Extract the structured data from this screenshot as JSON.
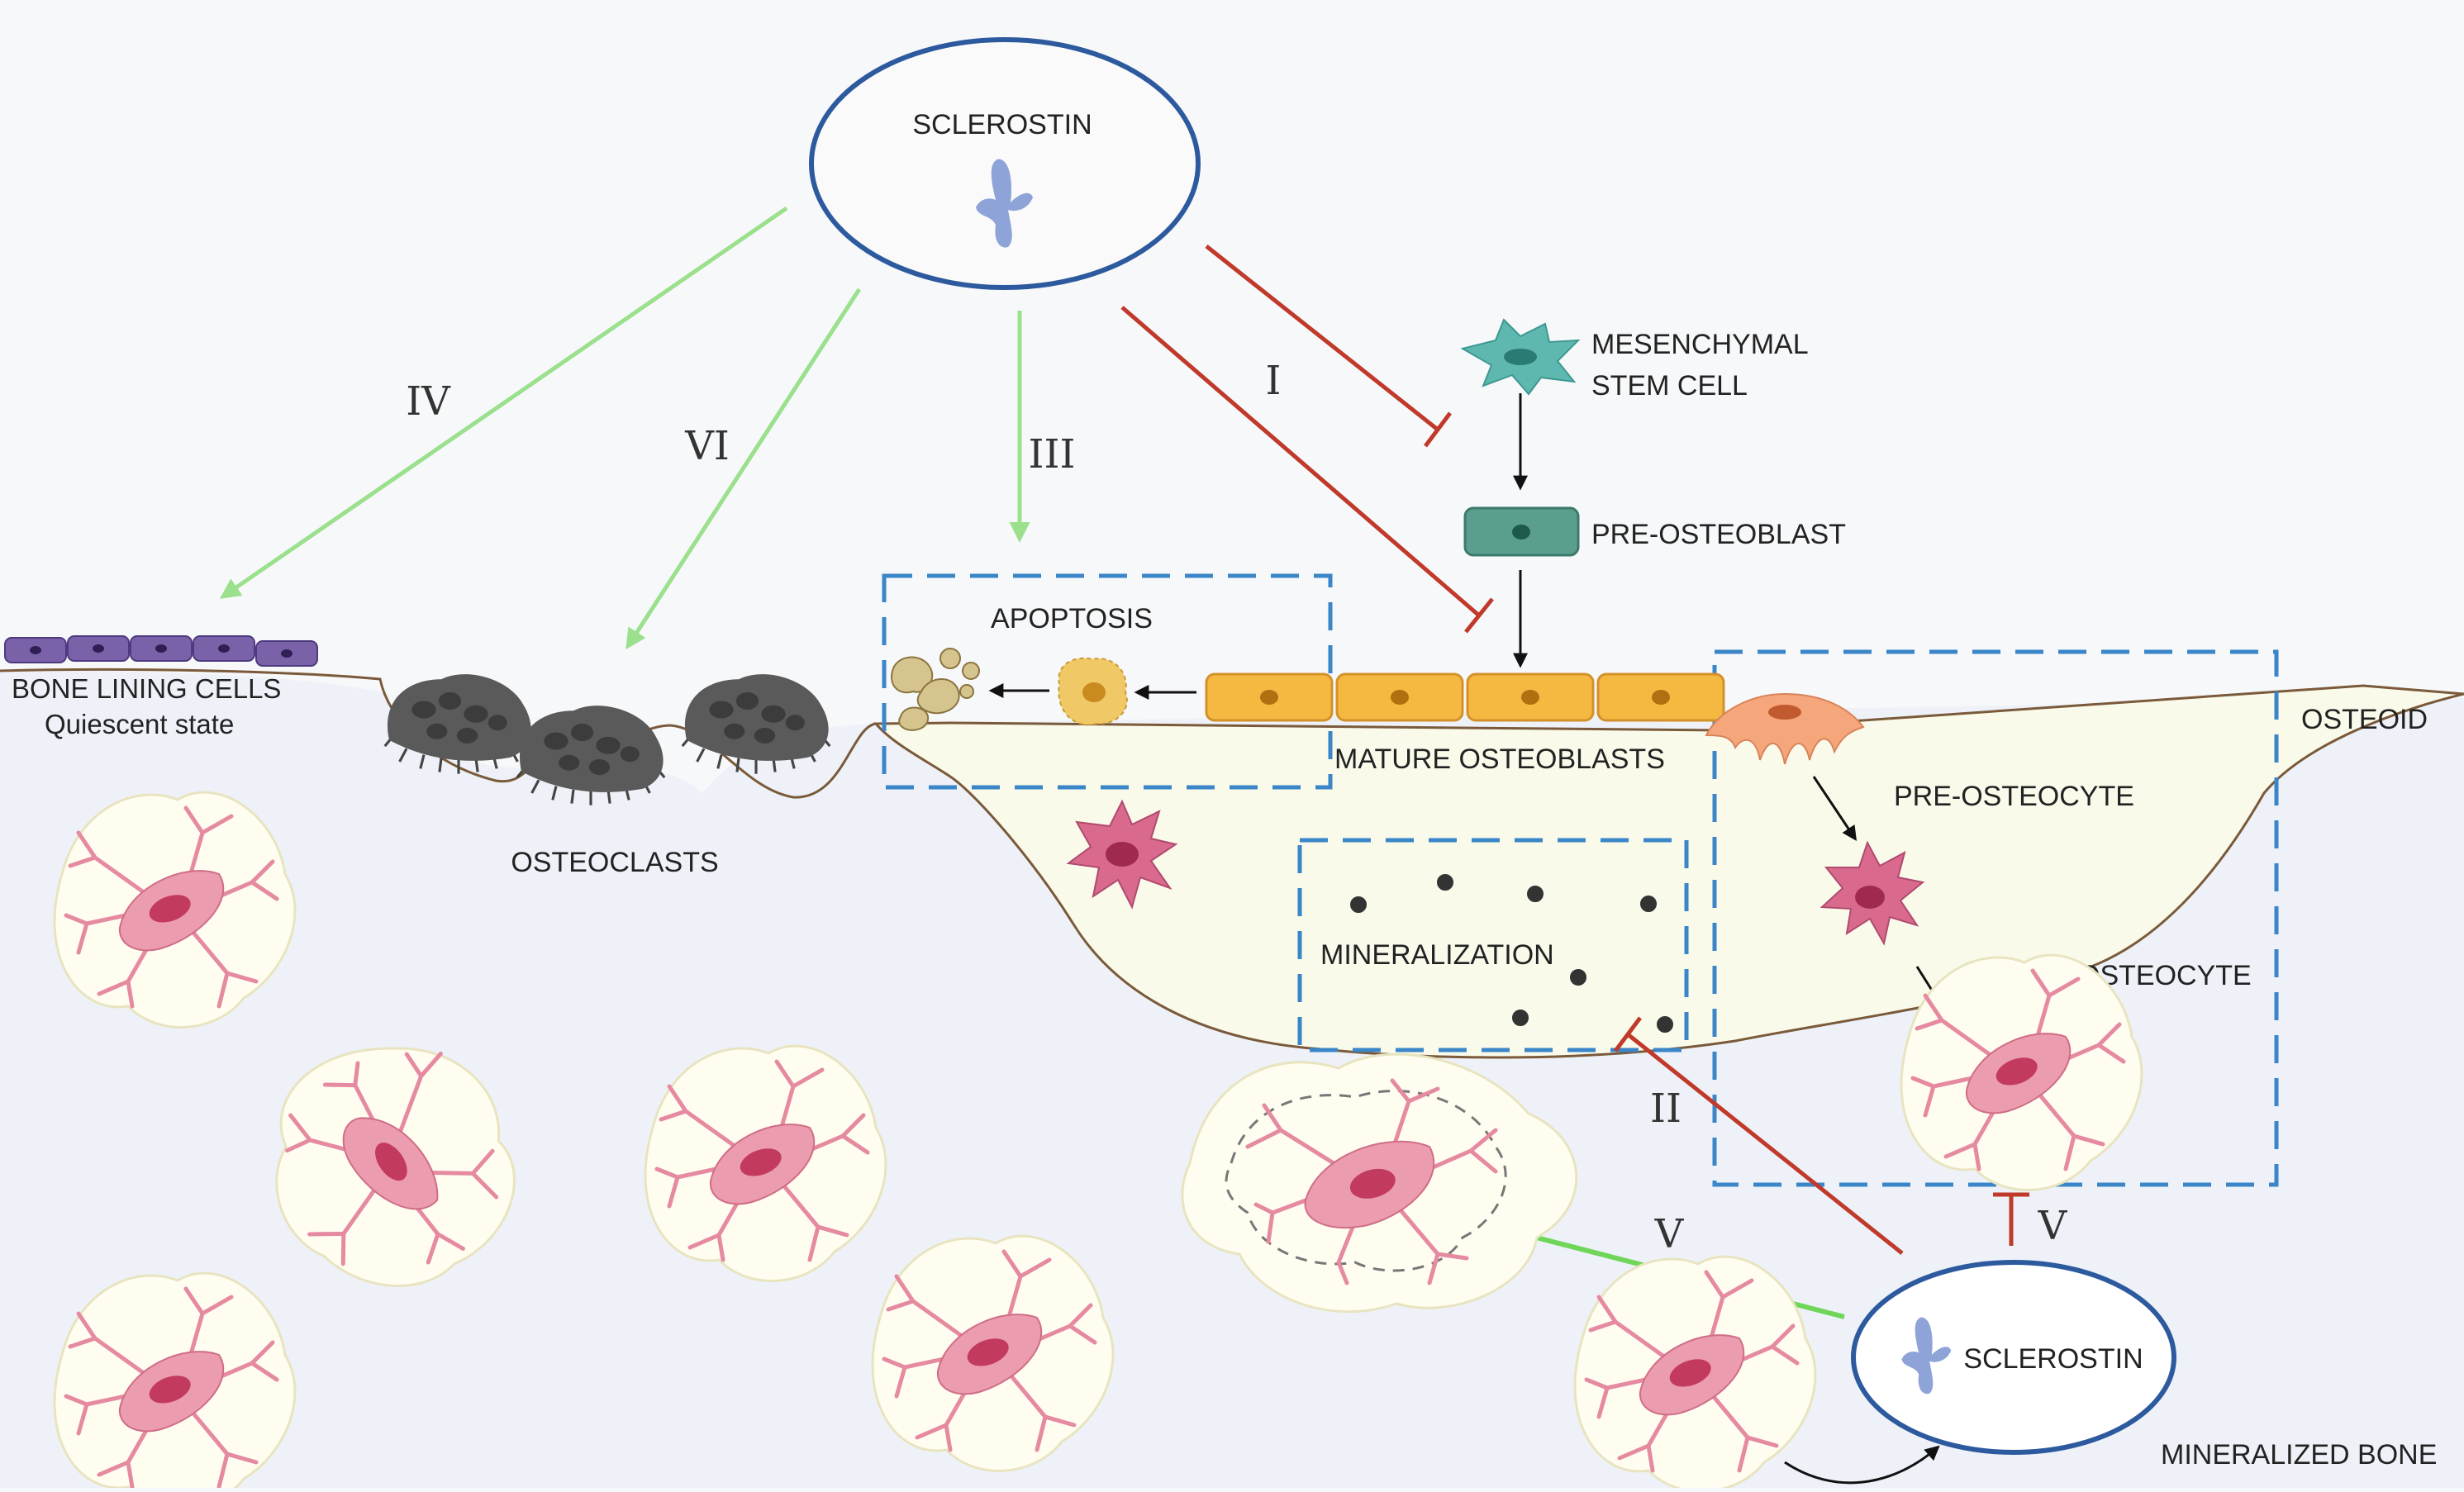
{
  "labels": {
    "sclerostin_top": "SCLEROSTIN",
    "sclerostin_bottom": "SCLEROSTIN",
    "mesenchymal_line1": "MESENCHYMAL",
    "mesenchymal_line2": "STEM CELL",
    "pre_osteoblast": "PRE-OSTEOBLAST",
    "apoptosis": "APOPTOSIS",
    "bone_lining_line1": "BONE LINING CELLS",
    "bone_lining_line2": "Quiescent state",
    "osteoclasts": "OSTEOCLASTS",
    "mature_osteoblasts": "MATURE OSTEOBLASTS",
    "osteoid": "OSTEOID",
    "pre_osteocyte": "PRE-OSTEOCYTE",
    "mineralization": "MINERALIZATION",
    "osteocyte": "OSTEOCYTE",
    "mineralized_bone": "MINERALIZED BONE"
  },
  "pathways": {
    "I": "I",
    "II": "II",
    "III": "III",
    "IV": "IV",
    "V_green": "V",
    "V_red": "V",
    "VI": "VI"
  },
  "colors": {
    "activation_arrow": "#9be08c",
    "activation_arrow_strong": "#6fd65a",
    "inhibition": "#c0392b",
    "ellipse_stroke": "#2d5a9e",
    "dashed_box": "#3a86c8",
    "osteoblast": "#f5b942",
    "osteoclast": "#5a5a5a",
    "lining_cell": "#7a62a8",
    "msc": "#5fb8b0",
    "pre_osteoblast": "#5a9e8e",
    "osteocyte": "#e58aa0",
    "osteoid": "#fafaeb",
    "bone_bg": "#eef2f8"
  }
}
